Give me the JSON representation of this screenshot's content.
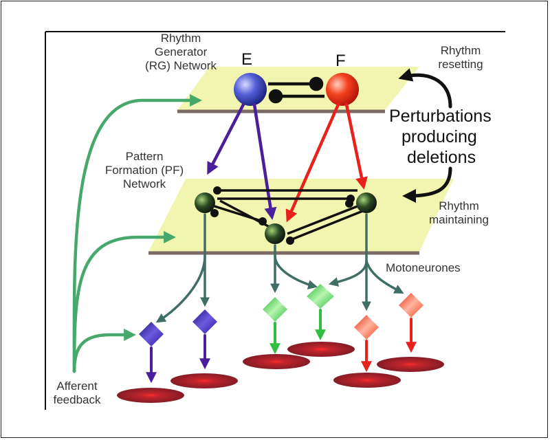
{
  "labels": {
    "rg_network": "Rhythm\nGenerator\n(RG) Network",
    "pf_network": "Pattern\nFormation (PF)\nNetwork",
    "e_neuron": "E",
    "f_neuron": "F",
    "rhythm_resetting": "Rhythm\nresetting",
    "rhythm_maintaining": "Rhythm\nmaintaining",
    "perturbations": "Perturbations",
    "producing": "producing",
    "deletions": "deletions",
    "motoneurones": "Motoneurones",
    "afferent_feedback": "Afferent\nfeedback"
  },
  "colors": {
    "plane_fill": "#f2f5b0",
    "plane_edge": "#7a6a63",
    "extensor": "#4b1e9b",
    "flexor": "#e8211d",
    "pf_connections": "#3f6e66",
    "afferent": "#46a86a",
    "green_motoneuron": "#2fbf42",
    "muscle": "#8c1f27"
  }
}
